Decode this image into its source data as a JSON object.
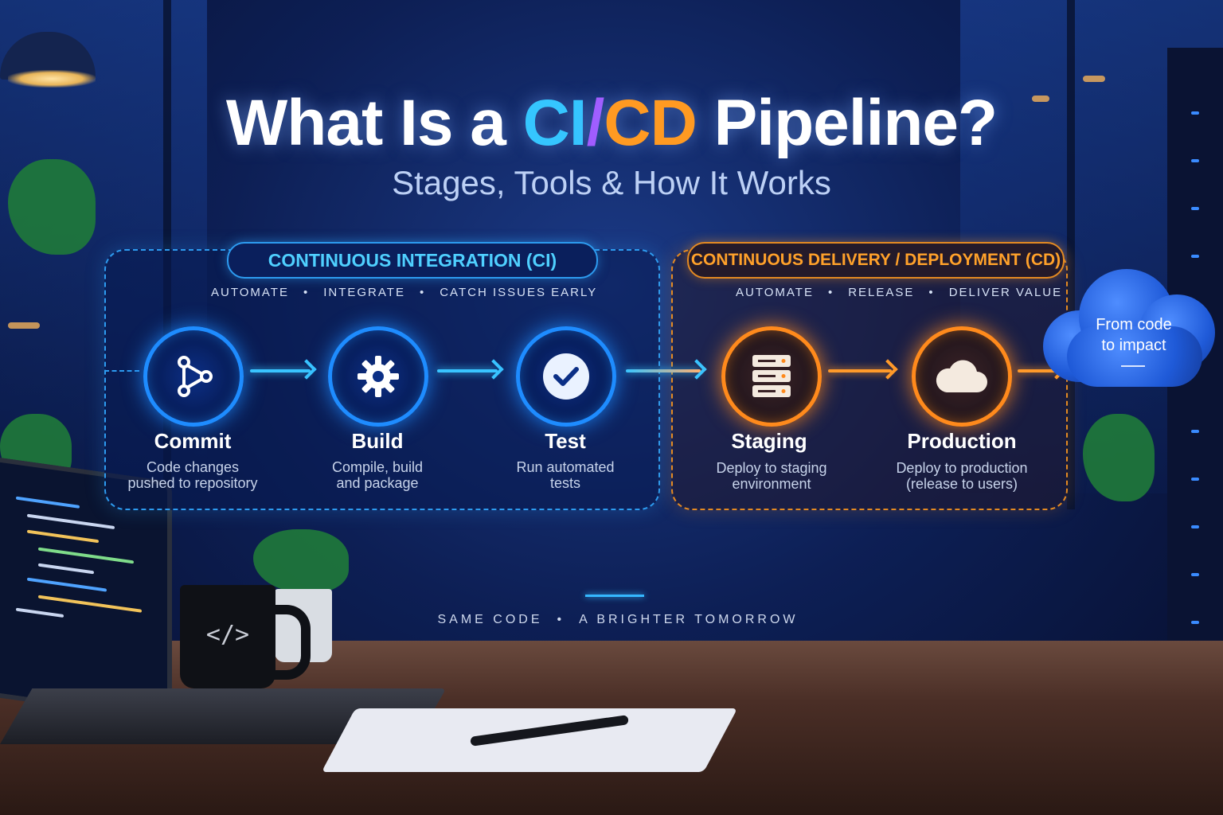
{
  "title": {
    "part1": "What Is a ",
    "ci": "CI",
    "slash": "/",
    "cd": "CD",
    "part2": " Pipeline?"
  },
  "subtitle": "Stages, Tools & How It Works",
  "ci_section": {
    "label": "CONTINUOUS INTEGRATION (CI)",
    "taglines": [
      "AUTOMATE",
      "INTEGRATE",
      "CATCH ISSUES EARLY"
    ],
    "separator": "•"
  },
  "cd_section": {
    "label": "CONTINUOUS DELIVERY / DEPLOYMENT (CD)",
    "taglines": [
      "AUTOMATE",
      "RELEASE",
      "DELIVER VALUE"
    ],
    "separator": "•"
  },
  "stages": [
    {
      "name": "Commit",
      "description": "Code changes\npushed to repository",
      "icon": "git-branch-icon",
      "group": "CI"
    },
    {
      "name": "Build",
      "description": "Compile, build\nand package",
      "icon": "gear-icon",
      "group": "CI"
    },
    {
      "name": "Test",
      "description": "Run automated\ntests",
      "icon": "check-circle-icon",
      "group": "CI"
    },
    {
      "name": "Staging",
      "description": "Deploy to staging\nenvironment",
      "icon": "server-stack-icon",
      "group": "CD"
    },
    {
      "name": "Production",
      "description": "Deploy to production\n(release to users)",
      "icon": "cloud-icon",
      "group": "CD"
    }
  ],
  "destination": {
    "text": "From code\nto impact",
    "icon": "cloud-icon"
  },
  "footer": {
    "left": "SAME CODE",
    "separator": "•",
    "right": "A BRIGHTER TOMORROW"
  },
  "decor": {
    "mug_icon": "</>"
  },
  "colors": {
    "ci_accent": "#1e8cff",
    "cd_accent": "#ff8a1c",
    "ci_title": "#35c6ff",
    "slash": "#a25cff",
    "cd_title": "#ff9a22",
    "background": "#0d1f55"
  }
}
